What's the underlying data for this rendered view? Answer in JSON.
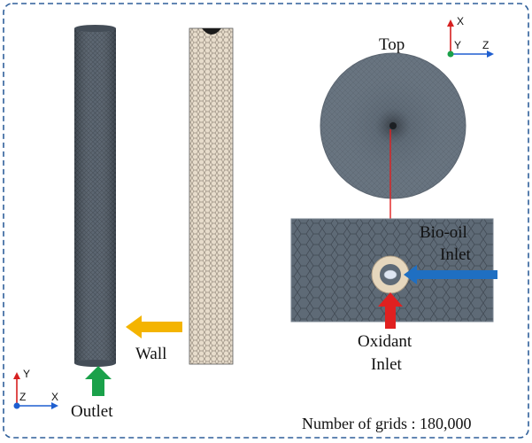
{
  "labels": {
    "top": "Top",
    "wall": "Wall",
    "outlet": "Outlet",
    "bio_oil_inlet_line1": "Bio-oil",
    "bio_oil_inlet_line2": "Inlet",
    "oxidant_inlet_line1": "Oxidant",
    "oxidant_inlet_line2": "Inlet",
    "grid_count": "Number of grids : 180,000"
  },
  "axes_bottom_left": {
    "up": "Y",
    "right": "X",
    "out": "Z"
  },
  "axes_top_right": {
    "up": "X",
    "right": "Z",
    "out": "Y"
  },
  "colors": {
    "frame": "#2f5f9a",
    "mesh_dark": "#4f5a66",
    "mesh_light": "#e3d7c5",
    "wall_arrow": "#f4b400",
    "outlet_arrow": "#1aa14a",
    "oxidant_arrow": "#e02020",
    "bio_oil_arrow": "#1f6fc2",
    "leader_line": "#e02020"
  }
}
